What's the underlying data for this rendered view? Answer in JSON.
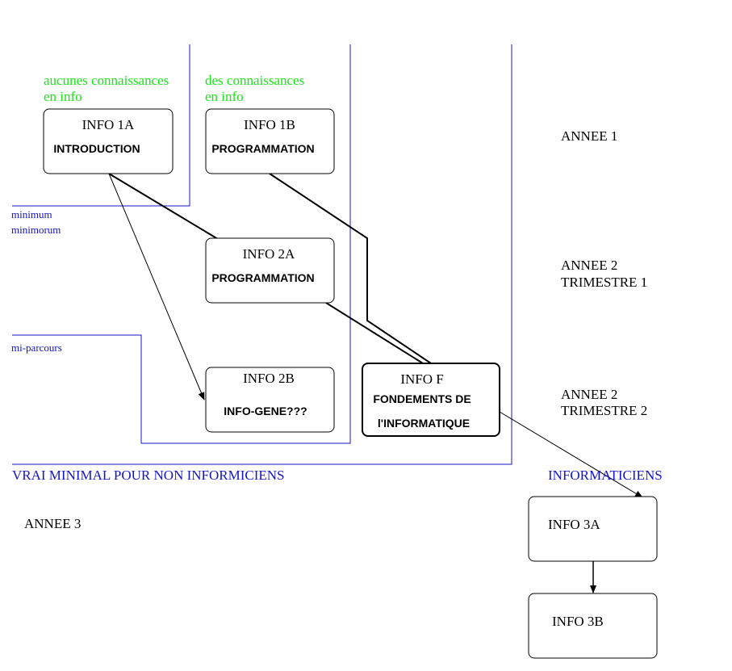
{
  "colors": {
    "ink": "#000000",
    "blue_frame": "#1515c8",
    "green_label": "#1be31b"
  },
  "top_labels": {
    "no_knowledge": [
      "aucunes connaissances",
      "en info"
    ],
    "some_knowledge": [
      "des connaissances",
      "en info"
    ]
  },
  "courses": {
    "info1a": {
      "code": "INFO 1A",
      "subtitle": [
        "INTRODUCTION"
      ]
    },
    "info1b": {
      "code": "INFO 1B",
      "subtitle": [
        "PROGRAMMATION"
      ]
    },
    "info2a": {
      "code": "INFO 2A",
      "subtitle": [
        "PROGRAMMATION"
      ]
    },
    "info2b": {
      "code": "INFO 2B",
      "subtitle": [
        "INFO-GENE???"
      ]
    },
    "infof": {
      "code": "INFO F",
      "subtitle": [
        "FONDEMENTS DE",
        "l'INFORMATIQUE"
      ]
    },
    "info3a": {
      "code": "INFO 3A",
      "subtitle": []
    },
    "info3b": {
      "code": "INFO 3B",
      "subtitle": []
    }
  },
  "levels": {
    "minimum": [
      "minimum",
      "minimorum"
    ],
    "mi_parcours": "mi-parcours",
    "vrai_minimal": "VRAI MINIMAL POUR NON INFORMICIENS",
    "informaticiens": "INFORMATICIENS"
  },
  "years": {
    "annee1": [
      "ANNEE 1"
    ],
    "annee2_t1": [
      "ANNEE 2",
      "TRIMESTRE 1"
    ],
    "annee2_t2": [
      "ANNEE 2",
      "TRIMESTRE 2"
    ],
    "annee3": [
      "ANNEE 3"
    ]
  }
}
